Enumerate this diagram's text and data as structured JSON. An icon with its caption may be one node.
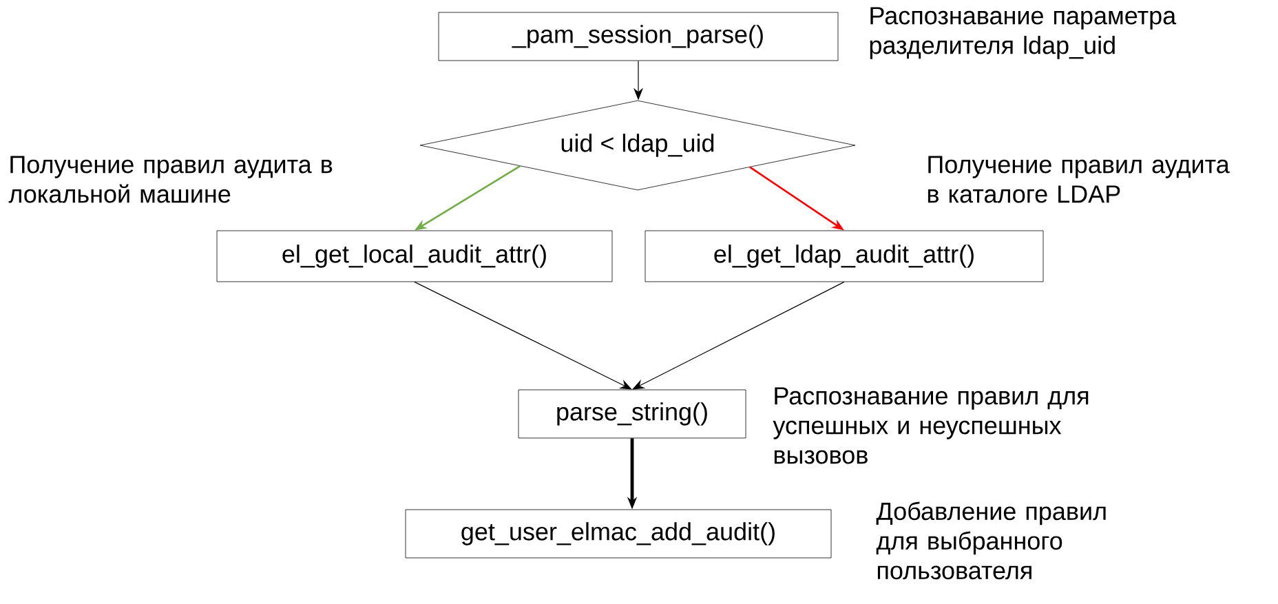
{
  "diagram": {
    "nodes": [
      {
        "text": [
          "_pam_session_parse()"
        ],
        "beside": [
          "Распознавание параметра разделителя ldap_uid"
        ]
      },
      {
        "text": [
          "uid < ldap_uid"
        ]
      },
      {
        "text": [
          "el_get_local_audit_attr()"
        ]
      },
      {
        "text": [
          "el_get_ldap_audit_attr()"
        ]
      },
      {
        "text": [
          "parse_string()"
        ],
        "beside": [
          "Распознавание правил для успешных и неуспешных вызовов"
        ]
      },
      {
        "text": [
          "get_user_elmac_add_audit()"
        ],
        "beside": [
          "Добавление правил для выбранного пользователя"
        ]
      }
    ],
    "edges": [
      {
        "from": 0,
        "to": 1,
        "arrow": "to"
      },
      {
        "from": 1,
        "to": 2,
        "arrow": "to",
        "label": "Получение правил аудита в локальной машине",
        "color": "#70ad47"
      },
      {
        "from": 1,
        "to": 3,
        "arrow": "to",
        "label": "Получение правил аудита в каталоге LDAP",
        "color": "#ff0000"
      },
      {
        "from": 2,
        "to": 4,
        "arrow": "to"
      },
      {
        "from": 3,
        "to": 4,
        "arrow": "to"
      },
      {
        "from": 4,
        "to": 5,
        "arrow": "to",
        "style": "thick"
      }
    ]
  }
}
